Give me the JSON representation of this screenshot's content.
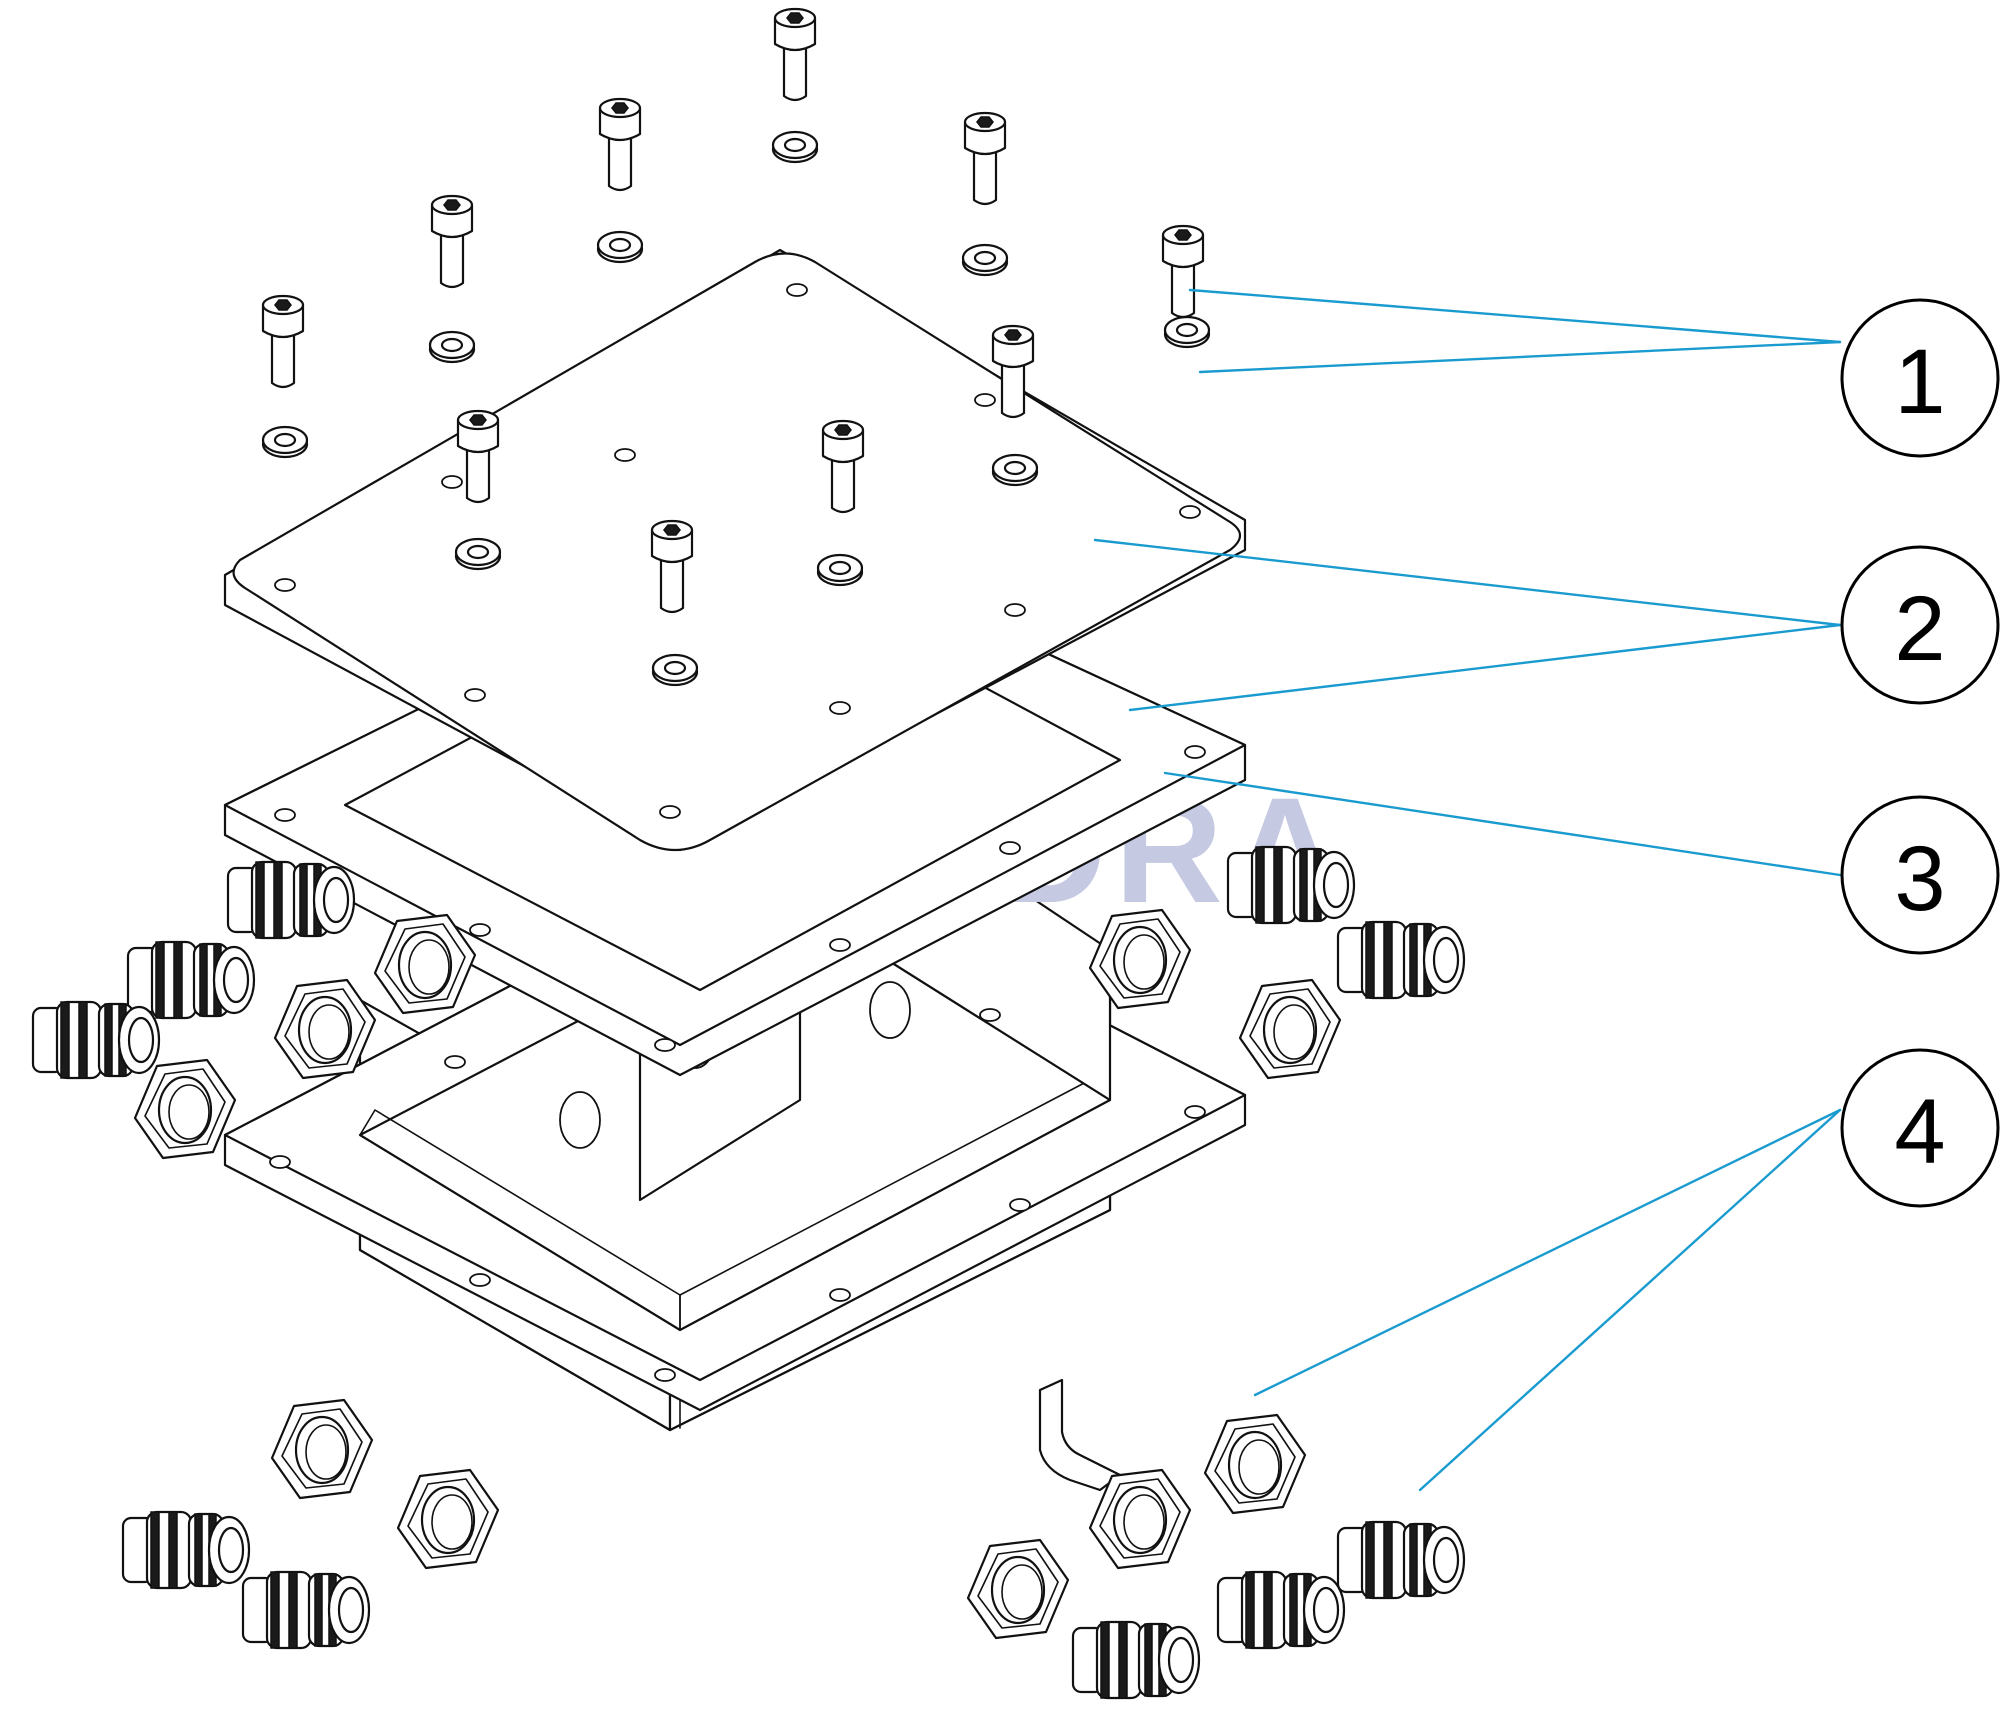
{
  "watermark": {
    "text": "FLUIDRA",
    "color": "#c5c9e2"
  },
  "leader_color": "#1a9bcf",
  "callouts": [
    {
      "label": "1"
    },
    {
      "label": "2"
    },
    {
      "label": "3"
    },
    {
      "label": "4"
    }
  ],
  "parts": {
    "1": "screws-and-washers",
    "2": "cover-plate-and-frame",
    "3": "gasket",
    "4": "nuts-and-cable-glands"
  }
}
